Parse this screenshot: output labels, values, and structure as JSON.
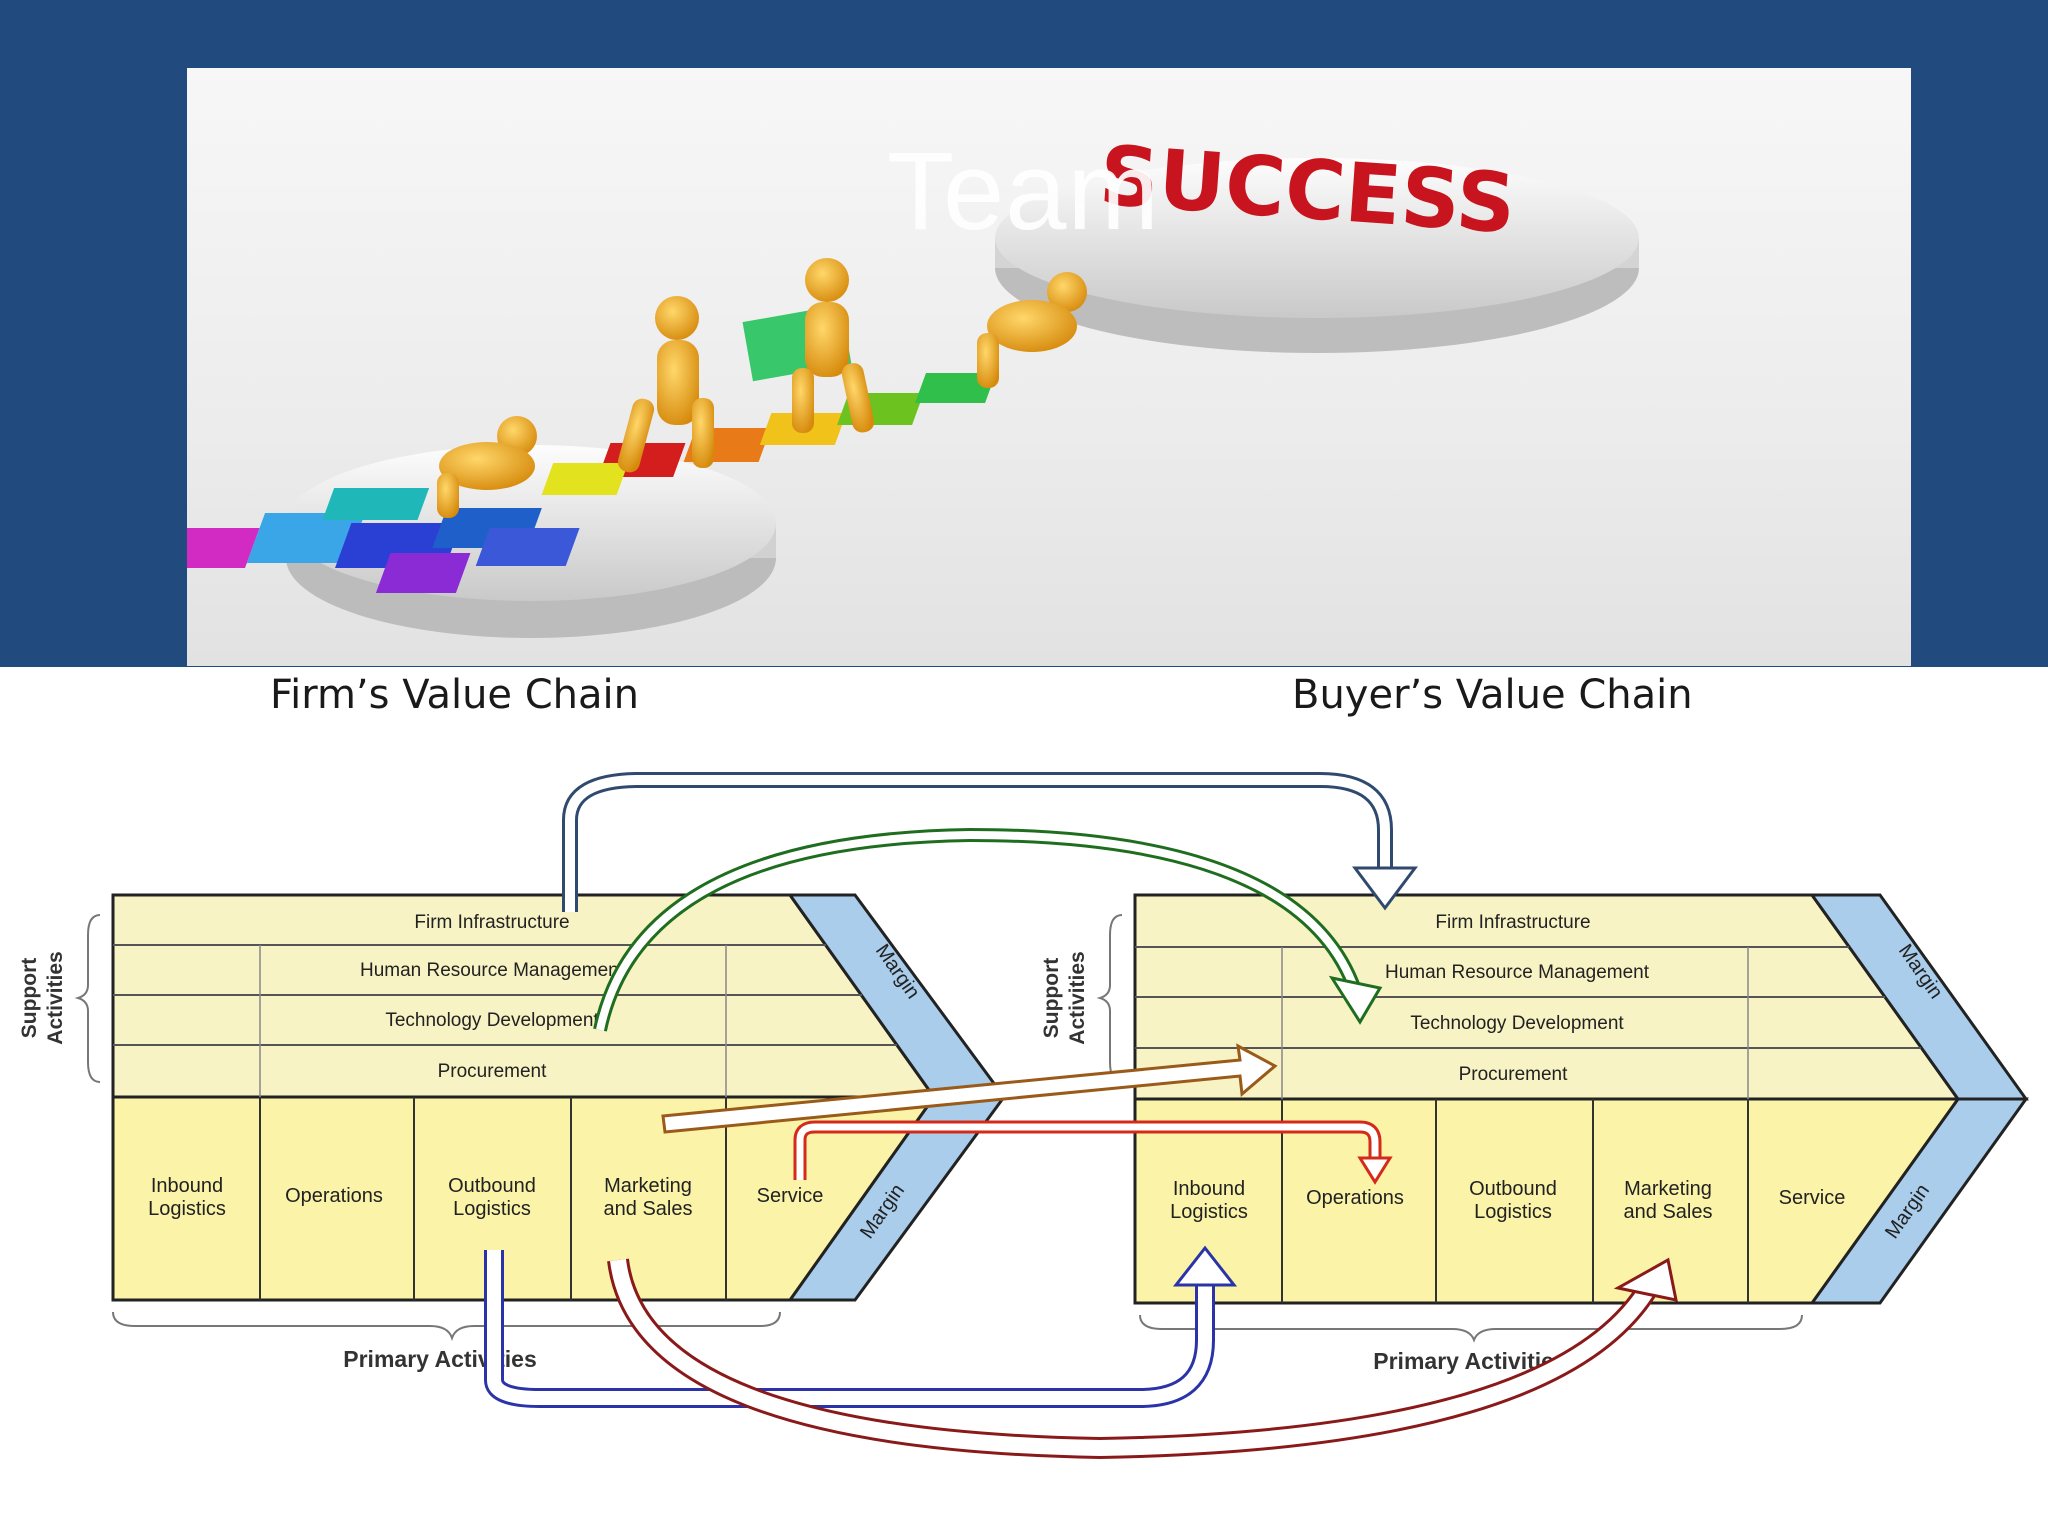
{
  "hero": {
    "title": "Team",
    "badge": "SUCCESS"
  },
  "firm_chain": {
    "heading": "Firm’s Value Chain",
    "side_label_line1": "Support",
    "side_label_line2": "Activities",
    "support": [
      "Firm Infrastructure",
      "Human Resource Management",
      "Technology Development",
      "Procurement"
    ],
    "primary": [
      {
        "line1": "Inbound",
        "line2": "Logistics"
      },
      {
        "line1": "Operations",
        "line2": ""
      },
      {
        "line1": "Outbound",
        "line2": "Logistics"
      },
      {
        "line1": "Marketing",
        "line2": "and Sales"
      },
      {
        "line1": "Service",
        "line2": ""
      }
    ],
    "margin": "Margin",
    "bottom_label": "Primary Activities"
  },
  "buyer_chain": {
    "heading": "Buyer’s Value Chain",
    "side_label_line1": "Support",
    "side_label_line2": "Activities",
    "support": [
      "Firm Infrastructure",
      "Human Resource Management",
      "Technology Development",
      "Procurement"
    ],
    "primary": [
      {
        "line1": "Inbound",
        "line2": "Logistics"
      },
      {
        "line1": "Operations",
        "line2": ""
      },
      {
        "line1": "Outbound",
        "line2": "Logistics"
      },
      {
        "line1": "Marketing",
        "line2": "and Sales"
      },
      {
        "line1": "Service",
        "line2": ""
      }
    ],
    "margin": "Margin",
    "bottom_label": "Primary Activities"
  },
  "colors": {
    "banner": "#214b7e",
    "box_fill": "#f7f3c4",
    "primary_fill": "#fbf3a8",
    "margin_fill": "#a9cdea",
    "arrow_navy": "#2f4a6e",
    "arrow_green": "#1f6e1f",
    "arrow_brown": "#9a5a1a",
    "arrow_red": "#d42a1a",
    "arrow_blue": "#2a34a8",
    "arrow_maroon": "#8a1a1a",
    "success_red": "#c8141e"
  }
}
